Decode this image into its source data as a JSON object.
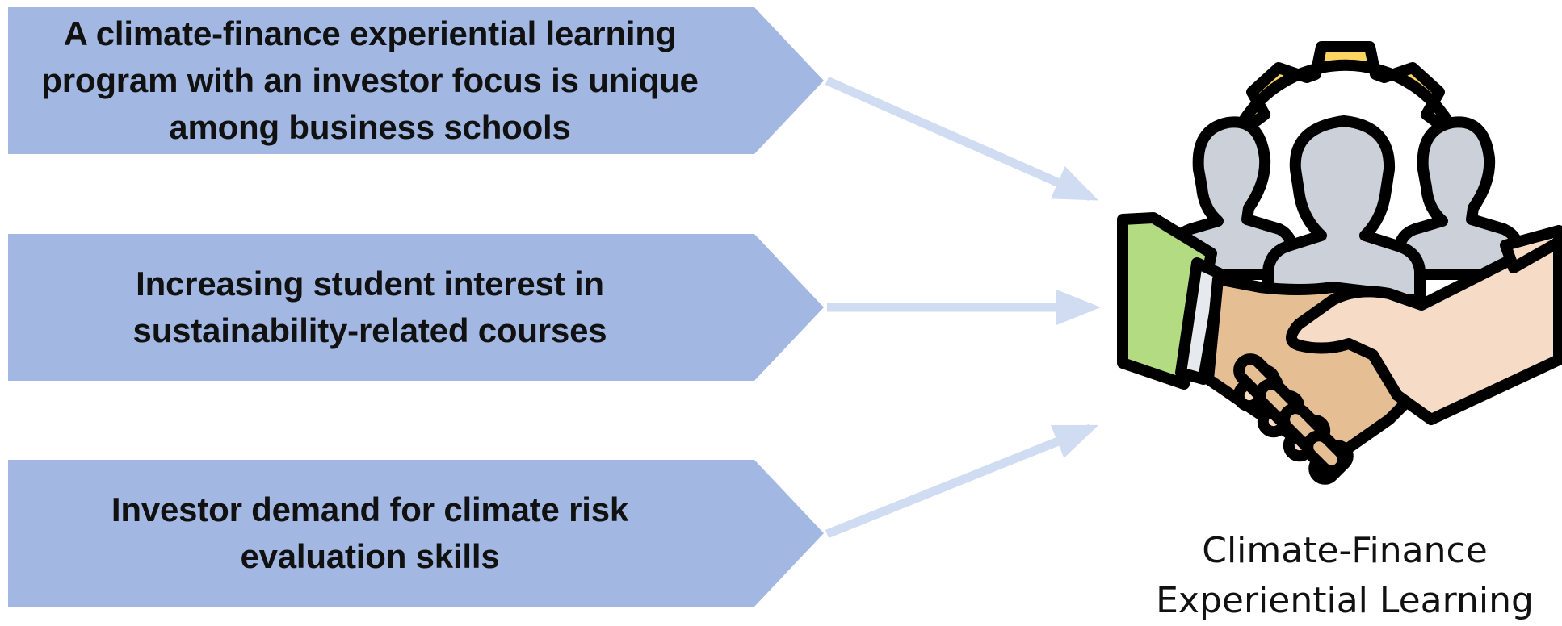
{
  "drivers": [
    {
      "lines": [
        "A climate-finance experiential learning",
        "program with an investor focus is unique",
        "among business schools"
      ]
    },
    {
      "lines": [
        "Increasing student interest in",
        "sustainability-related courses"
      ]
    },
    {
      "lines": [
        "Investor demand for climate risk",
        "evaluation skills"
      ]
    }
  ],
  "outcome": {
    "lines": [
      "Climate-Finance",
      "Experiential Learning"
    ],
    "icon": "handshake-team-gear-icon"
  },
  "colors": {
    "driver_fill": "#a2b8e3",
    "arrow": "#cfdcf1",
    "gear": "#fcd462",
    "people": "#ccd0d9",
    "cuff": "#b3db82",
    "hand_left": "#e6be94",
    "hand_right": "#f6dcc6",
    "outline": "#000000"
  }
}
